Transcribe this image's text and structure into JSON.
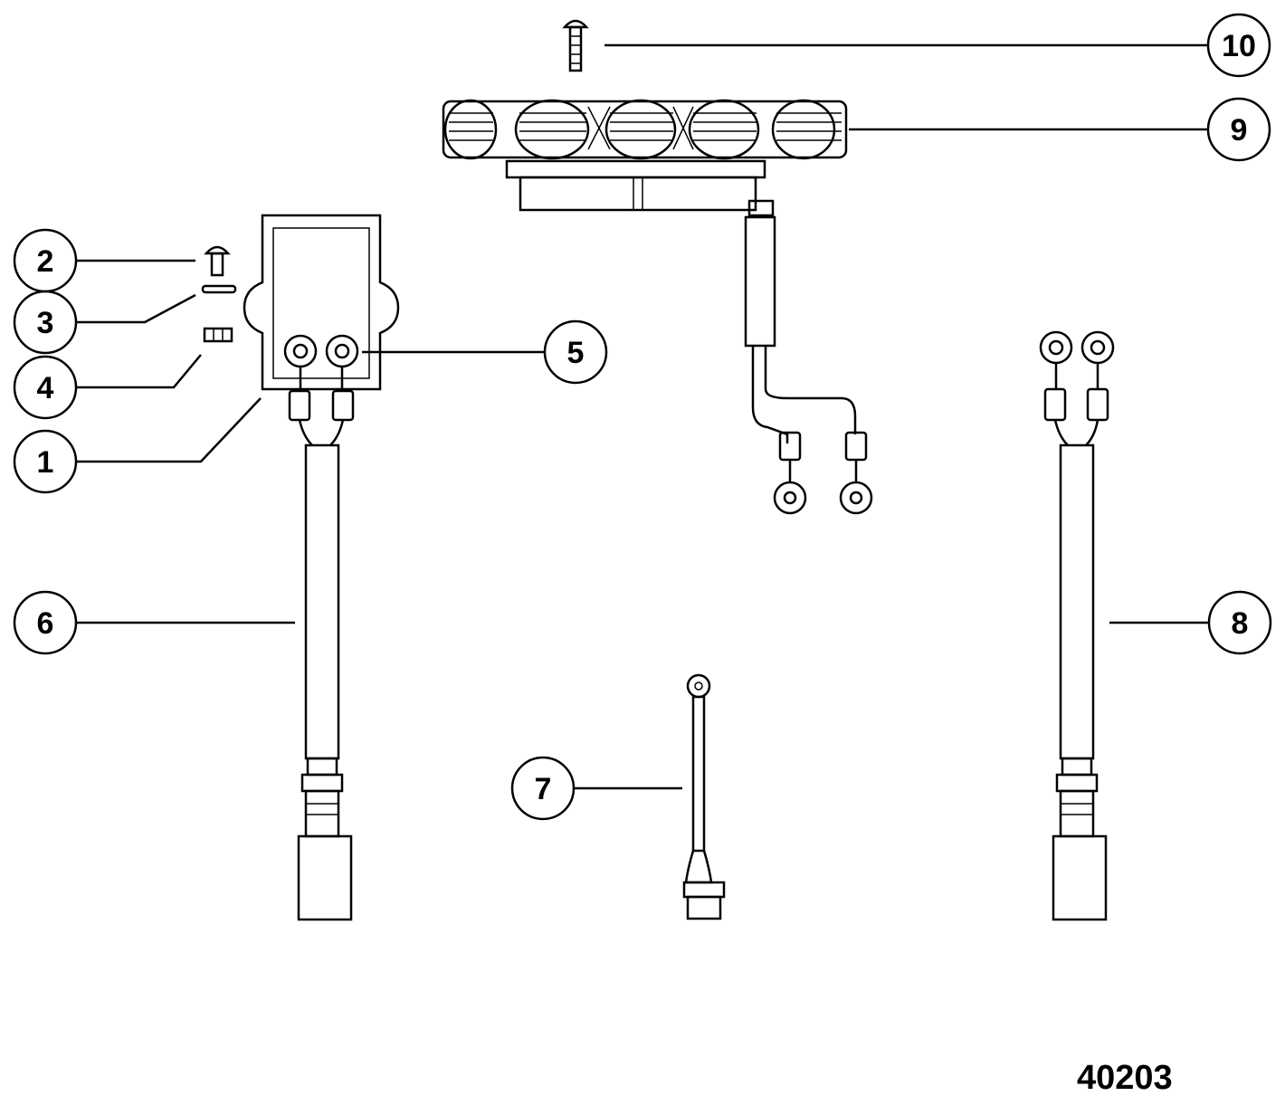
{
  "figure_number": "40203",
  "callouts": [
    {
      "id": "c1",
      "label": "1"
    },
    {
      "id": "c2",
      "label": "2"
    },
    {
      "id": "c3",
      "label": "3"
    },
    {
      "id": "c4",
      "label": "4"
    },
    {
      "id": "c5",
      "label": "5"
    },
    {
      "id": "c6",
      "label": "6"
    },
    {
      "id": "c7",
      "label": "7"
    },
    {
      "id": "c8",
      "label": "8"
    },
    {
      "id": "c9",
      "label": "9"
    },
    {
      "id": "c10",
      "label": "10"
    }
  ]
}
